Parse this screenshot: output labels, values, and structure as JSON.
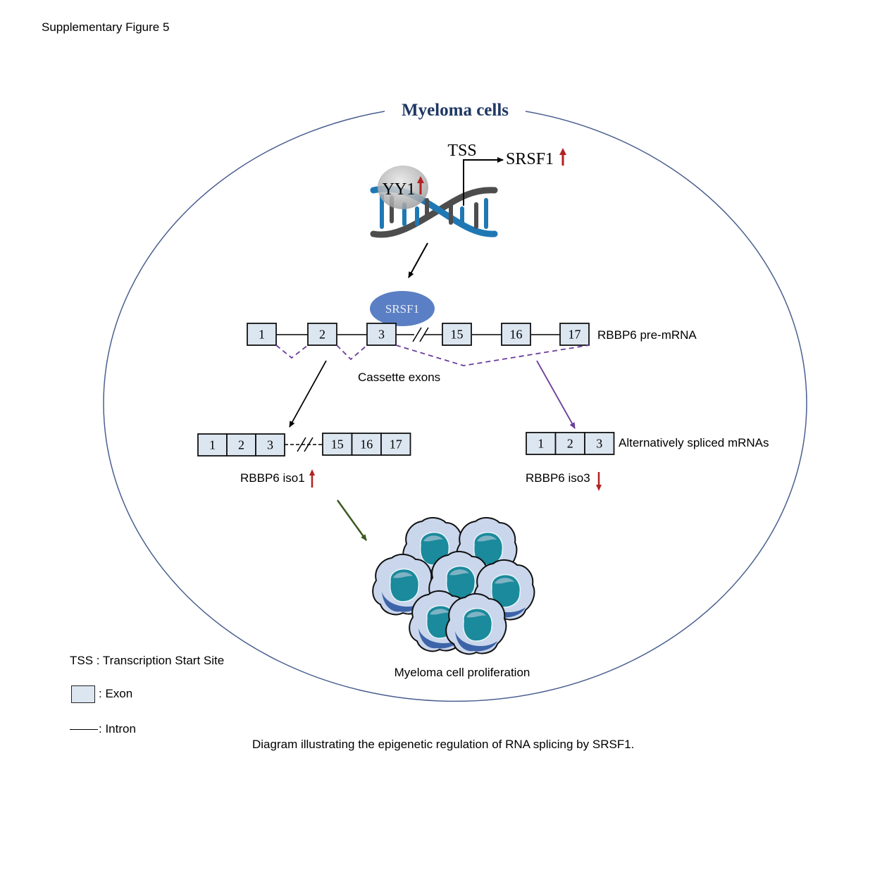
{
  "figure_label": "Supplementary Figure 5",
  "diagram": {
    "title": "Myeloma cells",
    "colors": {
      "title": "#1f3864",
      "ellipse": "#4a5f8f",
      "exon_fill": "#dce6f1",
      "upregulation_arrow": "#b22222",
      "dna_blue": "#1f78b4",
      "dna_gray": "#4d4d4d",
      "srsf1_protein": "#5b7fc4",
      "splice_dashed": "#6a3d9a",
      "proliferation_arrow": "#3a5a1e"
    },
    "promoter": {
      "yy1_label": "YY1",
      "yy1_trend": "up",
      "tss_label": "TSS",
      "gene_label": "SRSF1",
      "gene_trend": "up"
    },
    "pre_mrna": {
      "protein_label": "SRSF1",
      "exons": [
        "1",
        "2",
        "3",
        "15",
        "16",
        "17"
      ],
      "label": "RBBP6 pre-mRNA",
      "cassette_label": "Cassette exons"
    },
    "isoform1": {
      "exons_left": [
        "1",
        "2",
        "3"
      ],
      "exons_right": [
        "15",
        "16",
        "17"
      ],
      "label": "RBBP6 iso1",
      "trend": "up"
    },
    "isoform3": {
      "exons": [
        "1",
        "2",
        "3"
      ],
      "side_label": "Alternatively spliced mRNAs",
      "label": "RBBP6 iso3",
      "trend": "down"
    },
    "outcome": {
      "label": "Myeloma cell proliferation",
      "cell_count": 7
    }
  },
  "legend": {
    "tss": "TSS : Transcription Start Site",
    "exon": ": Exon",
    "intron": ": Intron"
  },
  "caption": "Diagram illustrating the epigenetic regulation of RNA splicing by SRSF1."
}
